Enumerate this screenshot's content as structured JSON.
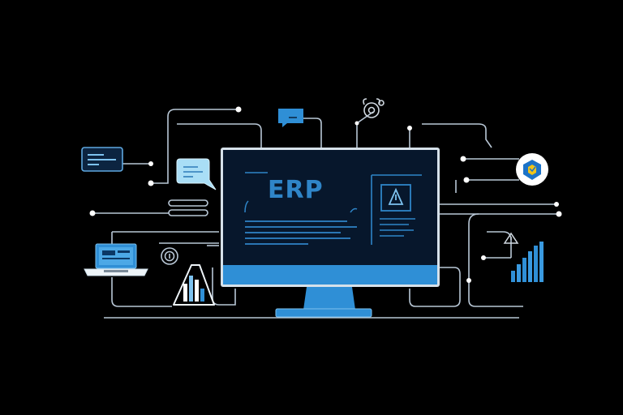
{
  "illustration": {
    "monitor": {
      "screen_heading": "ERP",
      "warning_panel_icon": "warning-triangle-icon"
    },
    "connected_nodes": [
      {
        "name": "document-card",
        "icon": "document-lines-icon"
      },
      {
        "name": "chat-bubble",
        "icon": "chat-bubble-icon"
      },
      {
        "name": "message-bubble",
        "icon": "message-bubble-icon"
      },
      {
        "name": "cloud-settings",
        "icon": "gear-icon"
      },
      {
        "name": "security-badge",
        "icon": "shield-icon"
      },
      {
        "name": "laptop",
        "icon": "laptop-icon"
      },
      {
        "name": "currency-coin",
        "icon": "coin-icon"
      },
      {
        "name": "flask-chart",
        "icon": "flask-chart-icon"
      },
      {
        "name": "bar-chart",
        "icon": "bar-chart-icon"
      },
      {
        "name": "alert",
        "icon": "warning-triangle-icon"
      }
    ]
  },
  "colors": {
    "background": "#000000",
    "line": "#b8c7d6",
    "screen": "#07172c",
    "accent": "#2f8fd6",
    "accent_light": "#7dc2ef",
    "heading": "#2f85c8",
    "badge_blue": "#1c73c8",
    "badge_yellow": "#f0c419"
  }
}
